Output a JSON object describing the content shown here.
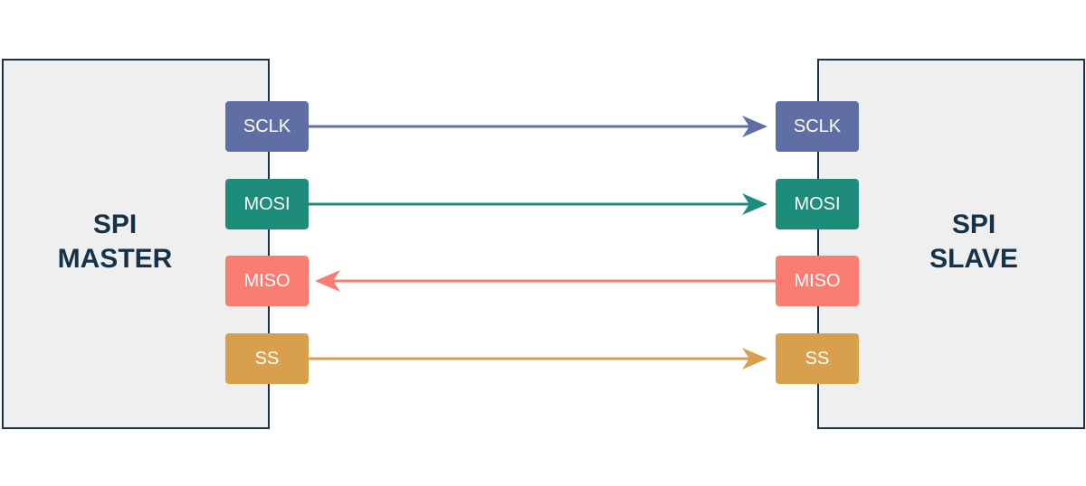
{
  "master": {
    "title_line1": "SPI",
    "title_line2": "MASTER"
  },
  "slave": {
    "title_line1": "SPI",
    "title_line2": "SLAVE"
  },
  "signals": [
    {
      "label": "SCLK",
      "direction": "master-to-slave",
      "color": "#5f6fa6"
    },
    {
      "label": "MOSI",
      "direction": "master-to-slave",
      "color": "#1e8c7a"
    },
    {
      "label": "MISO",
      "direction": "slave-to-master",
      "color": "#fb7d72"
    },
    {
      "label": "SS",
      "direction": "master-to-slave",
      "color": "#d8a04d"
    }
  ],
  "colors": {
    "device_border": "#1b3347",
    "device_fill": "#efefef",
    "title_text": "#14324a"
  }
}
